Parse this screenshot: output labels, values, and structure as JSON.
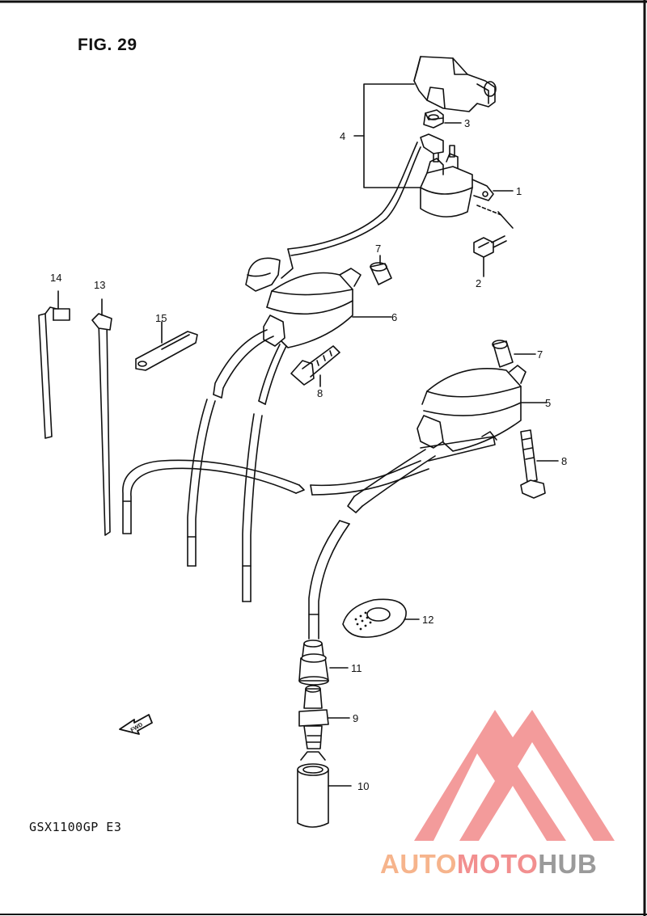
{
  "figure": {
    "title": "FIG. 29",
    "model": "GSX1100GP  E3"
  },
  "fwd_label": "FWD",
  "parts": [
    {
      "id": "p1",
      "number": "1"
    },
    {
      "id": "p2",
      "number": "2"
    },
    {
      "id": "p3",
      "number": "3"
    },
    {
      "id": "p4",
      "number": "4"
    },
    {
      "id": "p5",
      "number": "5"
    },
    {
      "id": "p6",
      "number": "6"
    },
    {
      "id": "p7a",
      "number": "7"
    },
    {
      "id": "p7b",
      "number": "7"
    },
    {
      "id": "p8a",
      "number": "8"
    },
    {
      "id": "p8b",
      "number": "8"
    },
    {
      "id": "p9",
      "number": "9"
    },
    {
      "id": "p10",
      "number": "10"
    },
    {
      "id": "p11",
      "number": "11"
    },
    {
      "id": "p12",
      "number": "12"
    },
    {
      "id": "p13",
      "number": "13"
    },
    {
      "id": "p14",
      "number": "14"
    },
    {
      "id": "p15",
      "number": "15"
    }
  ],
  "watermark": {
    "part1": "AUTO",
    "part2": "MOTO",
    "part3": "HUB",
    "color1": "#f6b48c",
    "color2": "#f28f8f",
    "color3": "#9a9a9a",
    "logo_color": "#f07a7a"
  }
}
